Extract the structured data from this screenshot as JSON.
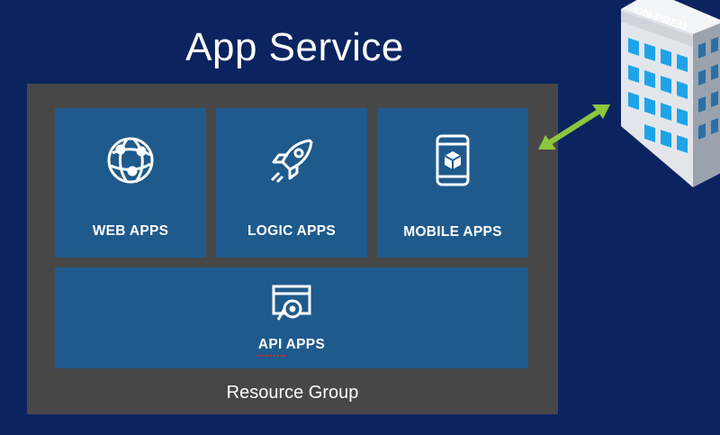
{
  "title": "App Service",
  "resource_group": {
    "label": "Resource Group"
  },
  "tiles": [
    {
      "label": "WEB APPS",
      "icon": "globe-icon"
    },
    {
      "label": "LOGIC APPS",
      "icon": "rocket-icon"
    },
    {
      "label": "MOBILE APPS",
      "icon": "mobile-phone-icon"
    },
    {
      "label": "API APPS",
      "icon": "api-icon"
    }
  ],
  "building": {
    "label": "ON-PREM",
    "icon": "building-icon"
  },
  "connector": {
    "icon": "double-arrow-icon",
    "color": "#8cc63f"
  },
  "colors": {
    "background": "#0b2460",
    "resource_group": "#474747",
    "tile": "#1f5a8c",
    "text": "#ffffff"
  }
}
